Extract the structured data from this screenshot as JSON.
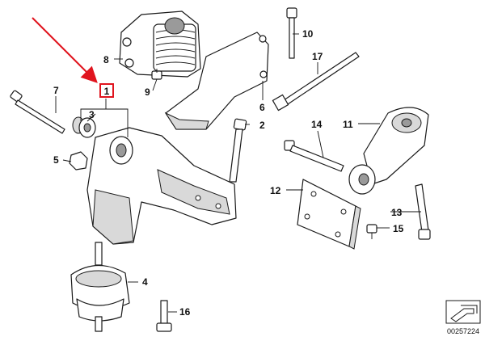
{
  "diagram": {
    "callouts": [
      {
        "id": "1",
        "label": "1"
      },
      {
        "id": "2",
        "label": "2"
      },
      {
        "id": "3",
        "label": "3"
      },
      {
        "id": "4",
        "label": "4"
      },
      {
        "id": "5",
        "label": "5"
      },
      {
        "id": "6",
        "label": "6"
      },
      {
        "id": "7",
        "label": "7"
      },
      {
        "id": "8",
        "label": "8"
      },
      {
        "id": "9",
        "label": "9"
      },
      {
        "id": "10",
        "label": "10"
      },
      {
        "id": "11",
        "label": "11"
      },
      {
        "id": "12",
        "label": "12"
      },
      {
        "id": "13",
        "label": "13"
      },
      {
        "id": "14",
        "label": "14"
      },
      {
        "id": "15",
        "label": "15"
      },
      {
        "id": "16",
        "label": "16"
      },
      {
        "id": "17",
        "label": "17"
      }
    ],
    "highlight": {
      "callout": "1",
      "color": "#e0141e"
    },
    "arrow_color": "#e0141e",
    "diagram_code": "00257224"
  }
}
